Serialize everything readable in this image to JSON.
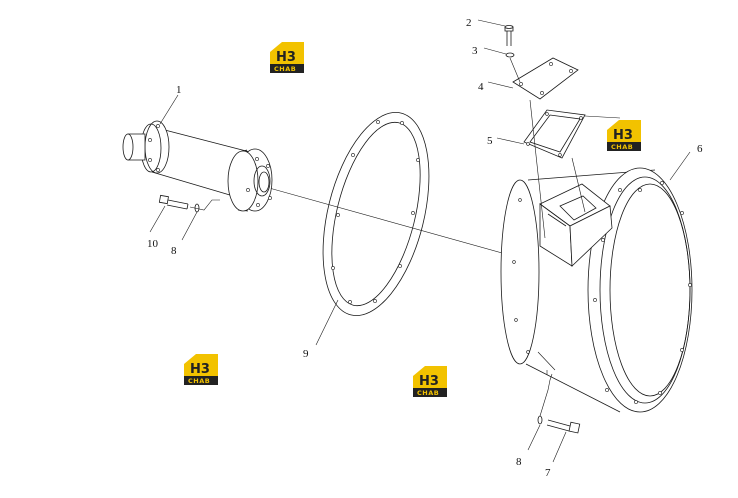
{
  "diagram": {
    "callouts": [
      {
        "id": "c1",
        "label": "1"
      },
      {
        "id": "c2",
        "label": "2"
      },
      {
        "id": "c3",
        "label": "3"
      },
      {
        "id": "c4",
        "label": "4"
      },
      {
        "id": "c5",
        "label": "5"
      },
      {
        "id": "c6",
        "label": "6"
      },
      {
        "id": "c7",
        "label": "7"
      },
      {
        "id": "c8a",
        "label": "8"
      },
      {
        "id": "c8b",
        "label": "8"
      },
      {
        "id": "c9",
        "label": "9"
      },
      {
        "id": "c10",
        "label": "10"
      }
    ]
  },
  "watermark": {
    "main": "H3",
    "sub": "CHAB",
    "color": "#f2c200"
  }
}
